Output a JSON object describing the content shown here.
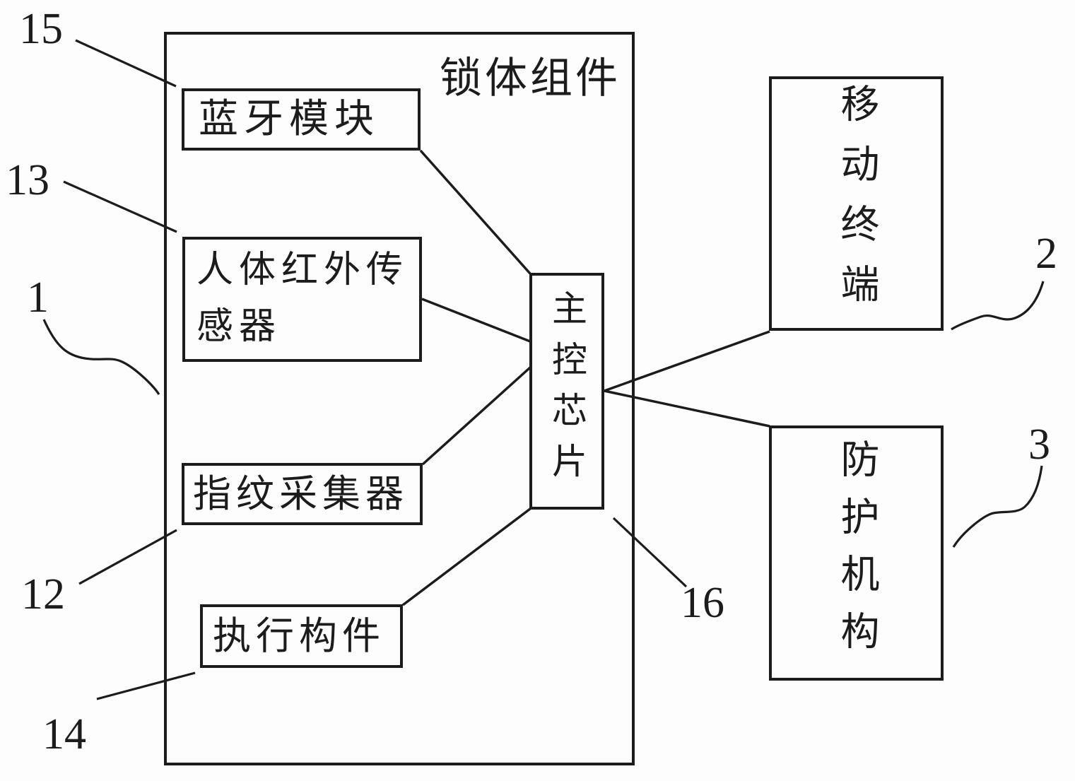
{
  "diagram": {
    "title": "锁体组件",
    "nodes": {
      "bluetooth": {
        "label": "蓝牙模块"
      },
      "infrared": {
        "label": "人体红外传感器"
      },
      "fingerprint": {
        "label": "指纹采集器"
      },
      "actuator": {
        "label": "执行构件"
      },
      "chip": {
        "label": "主控芯片"
      },
      "mobile": {
        "label": "移动终端"
      },
      "protection": {
        "label": "防护机构"
      }
    },
    "ref_labels": {
      "r15": "15",
      "r13": "13",
      "r1": "1",
      "r12": "12",
      "r14": "14",
      "r16": "16",
      "r2": "2",
      "r3": "3"
    },
    "colors": {
      "line": "#1c1c1c",
      "background": "#fdfdfd",
      "text": "#1c1c1c"
    }
  }
}
